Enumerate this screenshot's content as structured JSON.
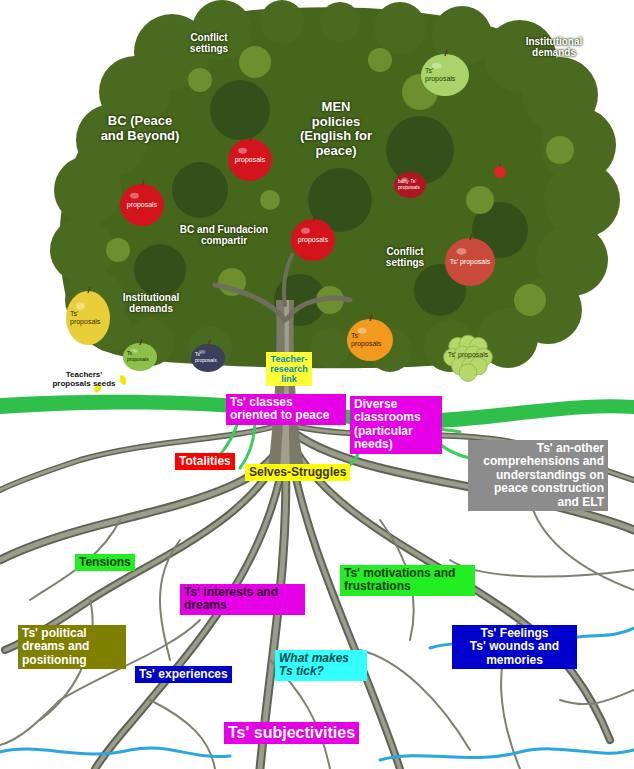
{
  "diagram": {
    "nodes": [
      {
        "text": [
          "Ts' proposals"
        ]
      },
      {
        "text": [
          "proposals"
        ]
      },
      {
        "text": [
          "baby Ts' proposals"
        ]
      },
      {
        "text": [
          "proposals"
        ]
      },
      {
        "text": [
          "proposals"
        ]
      },
      {
        "text": [
          "Ts' proposals"
        ]
      },
      {
        "text": [
          "Ts' proposals"
        ]
      },
      {
        "text": [
          "Ts' proposals"
        ]
      },
      {
        "text": [
          "Ts' proposals"
        ]
      },
      {
        "text": [
          "Ts' proposals"
        ]
      },
      {
        "text": [
          "Ts' proposals"
        ]
      },
      {
        "text": [
          "Teacher-research link"
        ]
      },
      {
        "text": [
          "Ts' classes oriented to peace"
        ]
      },
      {
        "text": [
          "Diverse classrooms (particular needs)"
        ]
      },
      {
        "text": [
          "Totalities"
        ]
      },
      {
        "text": [
          "Selves-Struggles"
        ]
      },
      {
        "text": [
          "Ts' an-other comprehensions and understandings on peace construction and ELT"
        ]
      },
      {
        "text": [
          "Tensions"
        ]
      },
      {
        "text": [
          "Ts' motivations and frustrations"
        ]
      },
      {
        "text": [
          "Ts' interests and dreams"
        ]
      },
      {
        "text": [
          "Ts' Feelings",
          "Ts' wounds and memories"
        ]
      },
      {
        "text": [
          "What makes Ts tick?"
        ]
      },
      {
        "text": [
          "Ts' political dreams and positioning"
        ]
      },
      {
        "text": [
          "Ts' experiences"
        ]
      },
      {
        "text": [
          "Ts' subjectivities"
        ]
      }
    ],
    "labels": [
      "Conflict settings",
      "Institutional demands",
      "MEN policies (English for peace)",
      "BC (Peace and Beyond)",
      "BC and Fundacion compartir",
      "Conflict settings",
      "Institutional demands",
      "Teachers' proposals seeds"
    ]
  }
}
